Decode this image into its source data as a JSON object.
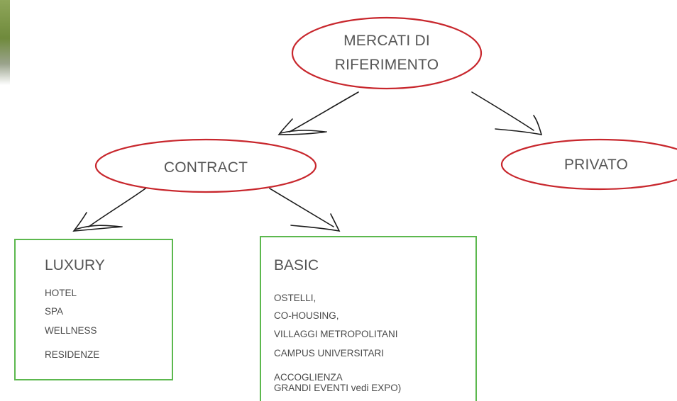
{
  "nodes": {
    "root": {
      "label_line1": "MERCATI DI",
      "label_line2": "RIFERIMENTO"
    },
    "contract": {
      "label": "CONTRACT"
    },
    "privato": {
      "label": "PRIVATO"
    }
  },
  "boxes": {
    "luxury": {
      "title": "LUXURY",
      "items": [
        "HOTEL",
        "SPA",
        "WELLNESS",
        "RESIDENZE"
      ]
    },
    "basic": {
      "title": "BASIC",
      "items": [
        "OSTELLI,",
        "CO-HOUSING,",
        "VILLAGGI METROPOLITANI",
        "CAMPUS UNIVERSITARI",
        "ACCOGLIENZA",
        "GRANDI EVENTI vedi EXPO)"
      ]
    }
  },
  "colors": {
    "ellipse_stroke": "#c8272d",
    "box_stroke": "#5cb84e",
    "arrow_stroke": "#1a1a1a",
    "text": "#555555"
  }
}
